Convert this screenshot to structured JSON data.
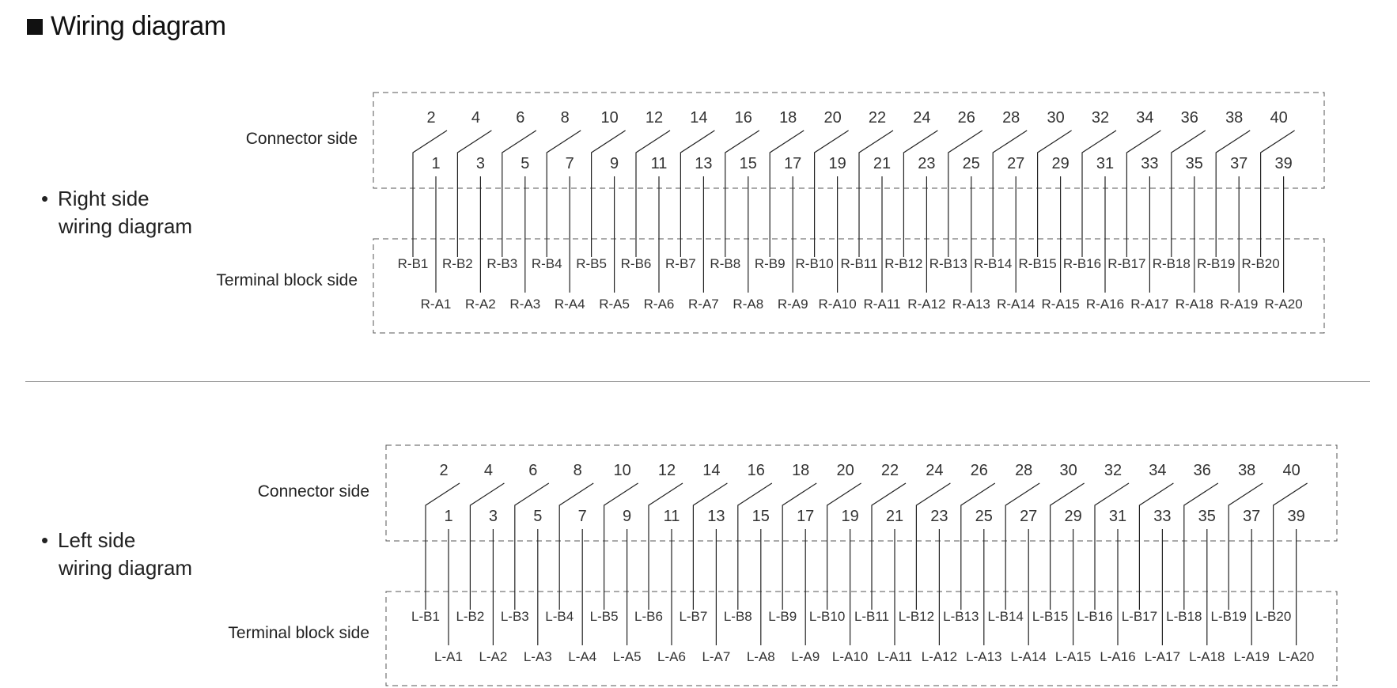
{
  "title": "Wiring diagram",
  "sections": [
    {
      "bullet": "•",
      "label_line1": "Right side",
      "label_line2": "wiring diagram",
      "connector_label": "Connector side",
      "terminal_label": "Terminal block side",
      "prefix": "R",
      "pins_even": [
        "2",
        "4",
        "6",
        "8",
        "10",
        "12",
        "14",
        "16",
        "18",
        "20",
        "22",
        "24",
        "26",
        "28",
        "30",
        "32",
        "34",
        "36",
        "38",
        "40"
      ],
      "pins_odd": [
        "1",
        "3",
        "5",
        "7",
        "9",
        "11",
        "13",
        "15",
        "17",
        "19",
        "21",
        "23",
        "25",
        "27",
        "29",
        "31",
        "33",
        "35",
        "37",
        "39"
      ],
      "terminals_b": [
        "R-B1",
        "R-B2",
        "R-B3",
        "R-B4",
        "R-B5",
        "R-B6",
        "R-B7",
        "R-B8",
        "R-B9",
        "R-B10",
        "R-B11",
        "R-B12",
        "R-B13",
        "R-B14",
        "R-B15",
        "R-B16",
        "R-B17",
        "R-B18",
        "R-B19",
        "R-B20"
      ],
      "terminals_a": [
        "R-A1",
        "R-A2",
        "R-A3",
        "R-A4",
        "R-A5",
        "R-A6",
        "R-A7",
        "R-A8",
        "R-A9",
        "R-A10",
        "R-A11",
        "R-A12",
        "R-A13",
        "R-A14",
        "R-A15",
        "R-A16",
        "R-A17",
        "R-A18",
        "R-A19",
        "R-A20"
      ]
    },
    {
      "bullet": "•",
      "label_line1": "Left side",
      "label_line2": "wiring diagram",
      "connector_label": "Connector side",
      "terminal_label": "Terminal block side",
      "prefix": "L",
      "pins_even": [
        "2",
        "4",
        "6",
        "8",
        "10",
        "12",
        "14",
        "16",
        "18",
        "20",
        "22",
        "24",
        "26",
        "28",
        "30",
        "32",
        "34",
        "36",
        "38",
        "40"
      ],
      "pins_odd": [
        "1",
        "3",
        "5",
        "7",
        "9",
        "11",
        "13",
        "15",
        "17",
        "19",
        "21",
        "23",
        "25",
        "27",
        "29",
        "31",
        "33",
        "35",
        "37",
        "39"
      ],
      "terminals_b": [
        "L-B1",
        "L-B2",
        "L-B3",
        "L-B4",
        "L-B5",
        "L-B6",
        "L-B7",
        "L-B8",
        "L-B9",
        "L-B10",
        "L-B11",
        "L-B12",
        "L-B13",
        "L-B14",
        "L-B15",
        "L-B16",
        "L-B17",
        "L-B18",
        "L-B19",
        "L-B20"
      ],
      "terminals_a": [
        "L-A1",
        "L-A2",
        "L-A3",
        "L-A4",
        "L-A5",
        "L-A6",
        "L-A7",
        "L-A8",
        "L-A9",
        "L-A10",
        "L-A11",
        "L-A12",
        "L-A13",
        "L-A14",
        "L-A15",
        "L-A16",
        "L-A17",
        "L-A18",
        "L-A19",
        "L-A20"
      ]
    }
  ]
}
